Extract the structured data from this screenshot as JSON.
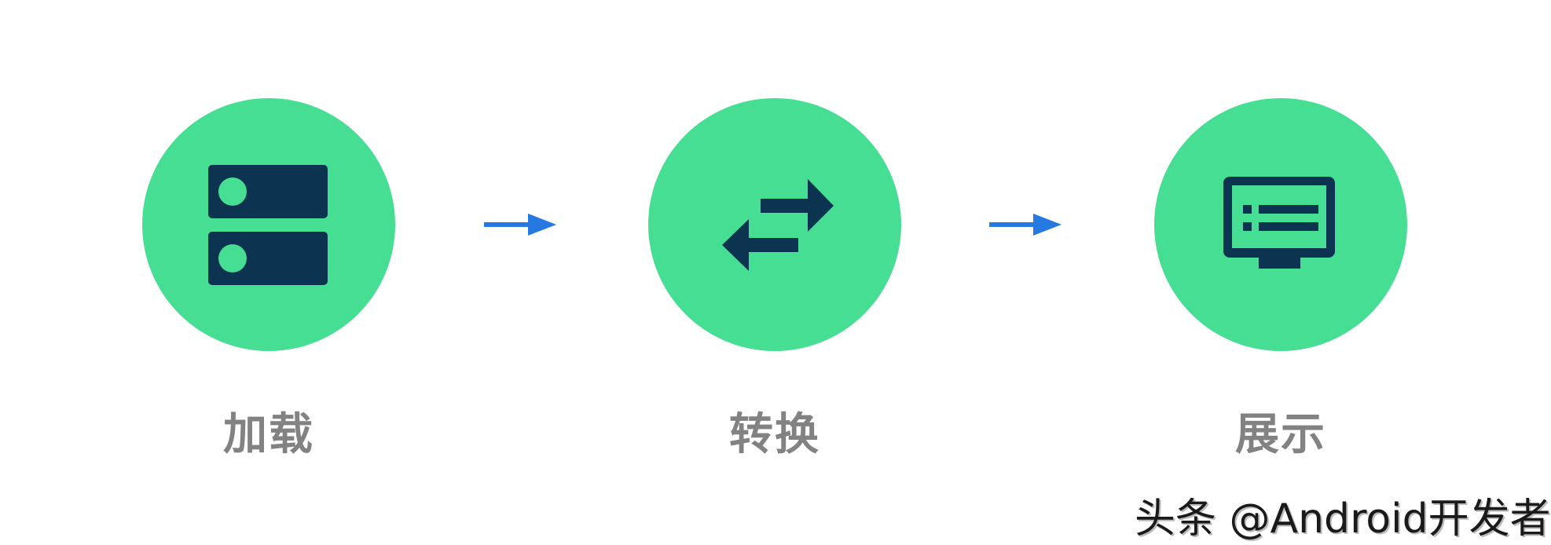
{
  "steps": [
    {
      "label": "加载",
      "icon": "server-storage-icon"
    },
    {
      "label": "转换",
      "icon": "swap-arrows-icon"
    },
    {
      "label": "展示",
      "icon": "monitor-list-icon"
    }
  ],
  "connectors": [
    {
      "from": "加载",
      "to": "转换",
      "icon": "arrow-right-icon"
    },
    {
      "from": "转换",
      "to": "展示",
      "icon": "arrow-right-icon"
    }
  ],
  "watermark": "头条 @Android开发者",
  "colors": {
    "circle": "#46DE92",
    "icon": "#0C3350",
    "arrow": "#2579E0",
    "label": "#828282"
  }
}
